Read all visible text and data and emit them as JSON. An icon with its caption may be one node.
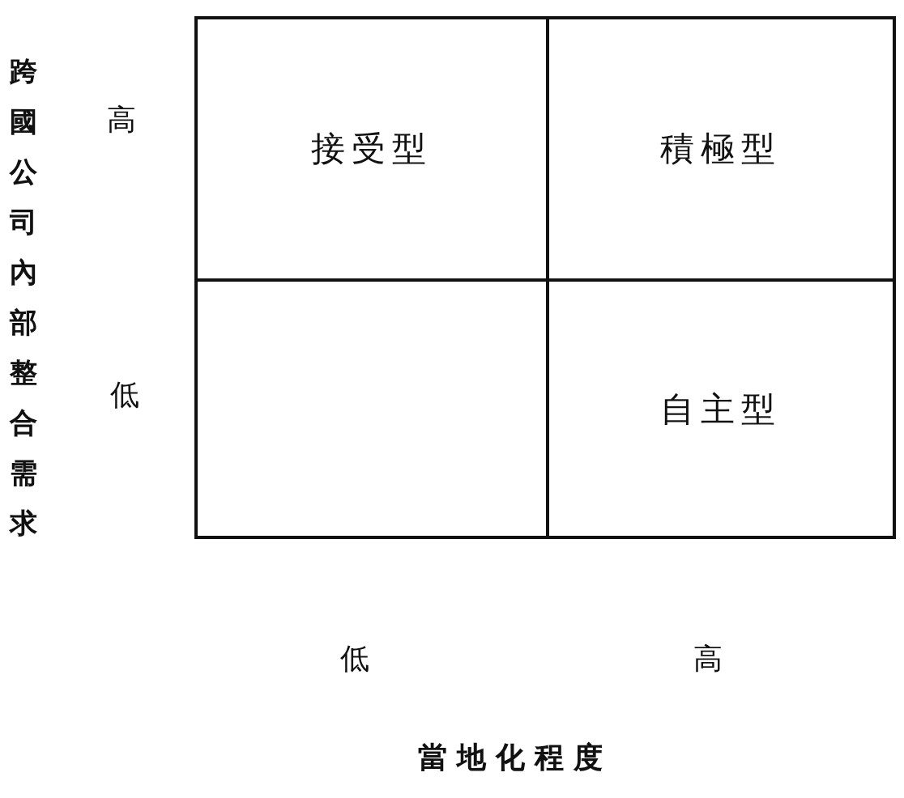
{
  "diagram": {
    "nodes": [
      {
        "text": [
          "接受型"
        ]
      },
      {
        "text": [
          "積極型"
        ]
      },
      {
        "text": [],
        "shape": "box"
      },
      {
        "text": [
          "自主型"
        ]
      }
    ],
    "edges": [],
    "labels": [
      "跨國公司內部整合需求",
      "高",
      "低",
      "低",
      "高",
      "當地化程度"
    ]
  }
}
